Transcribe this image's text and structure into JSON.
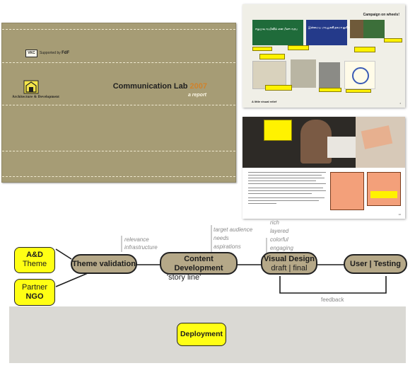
{
  "cover": {
    "partner_logo": "VKC",
    "supported_by": "Supported by",
    "supporter": "FdF",
    "org": "Architecture & Development",
    "title": "Communication Lab",
    "year": "2007",
    "subtitle": "a report"
  },
  "slide1": {
    "title": "Campaign on wheels!",
    "footer": "A little visual relief",
    "sign1": "ஈழமுவு வயிவிம் என மீஸு வரப",
    "sign2": "இன்மைய மவலுசுகி நகமா ஐலீஈம்",
    "page_number": "4"
  },
  "slide2": {
    "page_number": "10"
  },
  "diagram": {
    "ad_theme": {
      "line1": "A&D",
      "line2": "Theme"
    },
    "partner_ngo": {
      "line1": "Partner",
      "line2": "NGO"
    },
    "theme_validation": "Theme validation",
    "content_development": {
      "line1": "Content Development",
      "line2": "'story line'"
    },
    "visual_design": {
      "line1": "Visual Design",
      "line2": "draft | final"
    },
    "user_testing": "User | Testing",
    "deployment": "Deployment",
    "tv_notes": [
      "relevance",
      "infrastructure"
    ],
    "cd_notes": [
      "target audience",
      "needs",
      "aspirations"
    ],
    "vd_notes": [
      "rich",
      "layered",
      "colorful",
      "engaging"
    ],
    "feedback": "feedback"
  },
  "colors": {
    "node_yellow": "#ffff14",
    "pill_fill": "#b5a888",
    "cover_khaki": "#a69c75",
    "band_gray": "#dad9d4",
    "callout_orange": "#f3a07a"
  }
}
